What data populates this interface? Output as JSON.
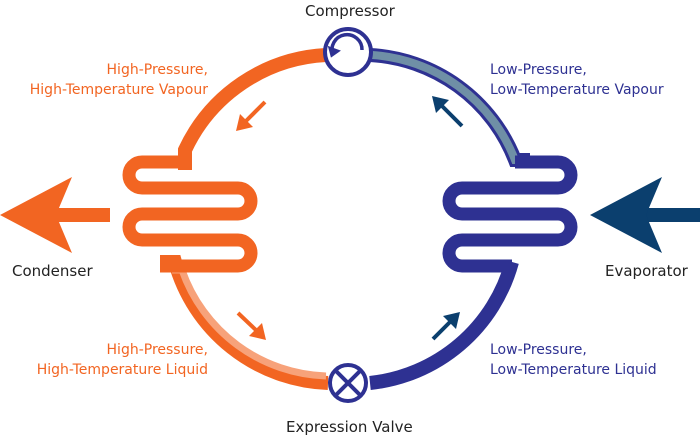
{
  "components": {
    "compressor": "Compressor",
    "condenser": "Condenser",
    "evaporator": "Evaporator",
    "expansion_valve": "Expression Valve"
  },
  "states": {
    "hp_vapour": [
      "High-Pressure,",
      "High-Temperature Vapour"
    ],
    "lp_vapour": [
      "Low-Pressure,",
      "Low-Temperature Vapour"
    ],
    "hp_liquid": [
      "High-Pressure,",
      "High-Temperature Liquid"
    ],
    "lp_liquid": [
      "Low-Pressure,",
      "Low-Temperature Liquid"
    ]
  },
  "colors": {
    "hot": "#f26522",
    "hot_light": "#f7a27a",
    "cold": "#2e3192",
    "cold_light": "#6f8fa6",
    "arrow_cold": "#0b3f6e",
    "text_dark": "#222222"
  },
  "icons": {
    "compressor": "circular-arrow-icon",
    "valve": "x-cross-icon",
    "heat_out": "left-arrow-icon",
    "heat_in": "left-arrow-icon",
    "flow": "diagonal-arrow-icon"
  }
}
